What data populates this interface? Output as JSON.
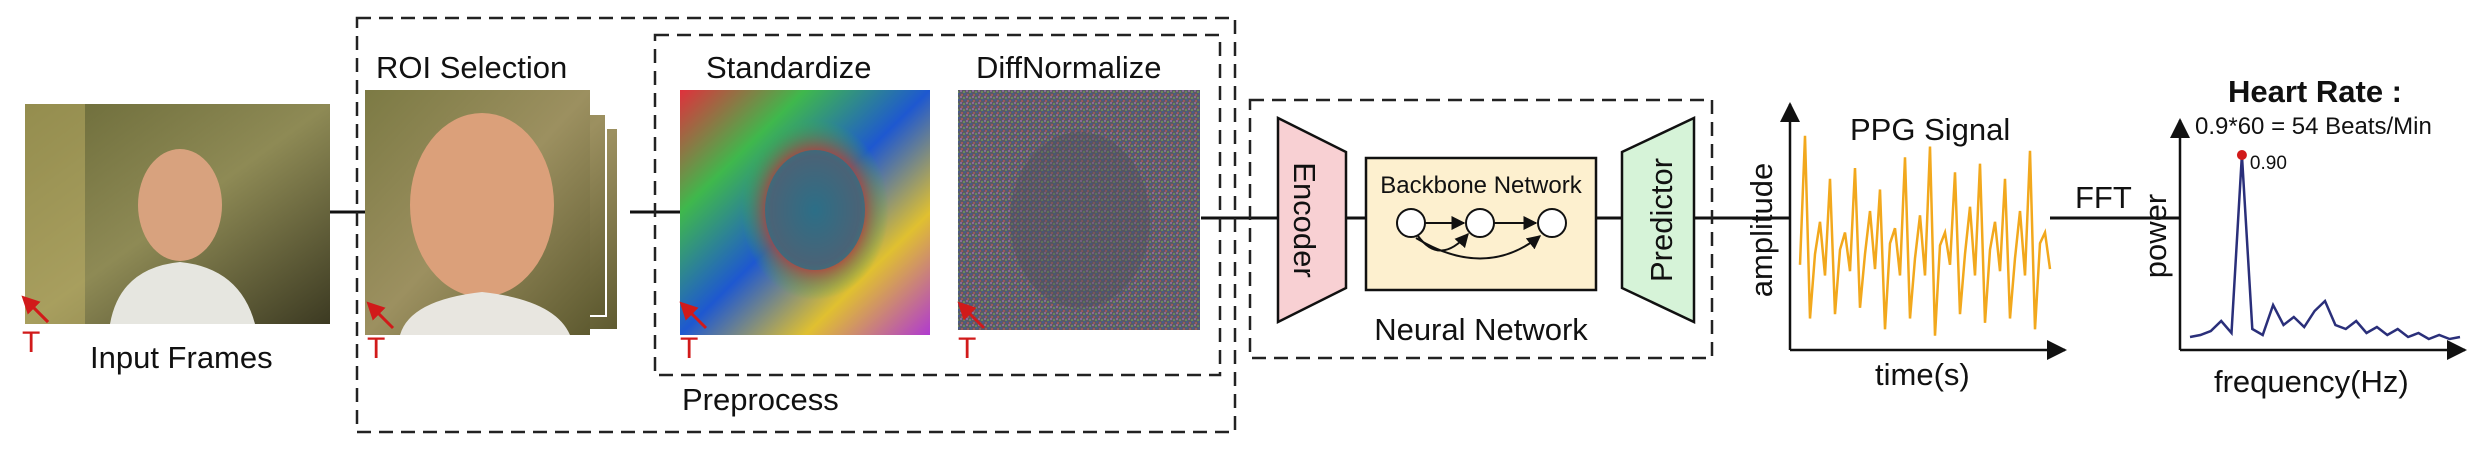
{
  "stages": {
    "input_frames": "Input Frames",
    "roi_selection": "ROI Selection",
    "standardize": "Standardize",
    "diffnormalize": "DiffNormalize",
    "preprocess": "Preprocess"
  },
  "network": {
    "encoder": "Encoder",
    "backbone": "Backbone Network",
    "predictor": "Predictor",
    "title": "Neural Network"
  },
  "time_marker": "T",
  "ppg": {
    "title": "PPG Signal",
    "xlabel": "time(s)",
    "ylabel": "amplitude"
  },
  "fft_label": "FFT",
  "heart_rate": {
    "title": "Heart Rate :",
    "formula": "0.9*60 = 54 Beats/Min",
    "peak_label": "0.90",
    "xlabel": "frequency(Hz)",
    "ylabel": "power"
  },
  "colors": {
    "encoder": "#f8d0d3",
    "backbone": "#fdf0cf",
    "predictor": "#d6f3d8",
    "ppg_line": "#f2a81d",
    "spectrum_line": "#2a2f7a",
    "peak_dot": "#d11a1a",
    "time_marker": "#d11a1a"
  },
  "chart_data": [
    {
      "type": "line",
      "title": "PPG Signal",
      "xlabel": "time(s)",
      "ylabel": "amplitude",
      "series": [
        {
          "values": [
            0.35,
            0.95,
            0.1,
            0.4,
            0.55,
            0.3,
            0.75,
            0.12,
            0.42,
            0.5,
            0.32,
            0.8,
            0.15,
            0.4,
            0.6,
            0.33,
            0.7,
            0.05,
            0.45,
            0.52,
            0.3,
            0.85,
            0.1,
            0.38,
            0.58,
            0.3,
            0.9,
            0.02,
            0.44,
            0.5,
            0.35,
            0.78,
            0.12,
            0.4,
            0.62,
            0.3,
            0.82,
            0.08,
            0.42,
            0.55,
            0.32,
            0.75,
            0.1,
            0.38,
            0.6,
            0.3,
            0.88,
            0.05,
            0.45,
            0.5,
            0.33
          ]
        }
      ]
    },
    {
      "type": "line",
      "title": "Heart Rate :",
      "xlabel": "frequency(Hz)",
      "ylabel": "power",
      "peak": {
        "x": 0.9,
        "label": "0.90"
      },
      "series": [
        {
          "values": [
            0.04,
            0.05,
            0.07,
            0.12,
            0.06,
            0.95,
            0.08,
            0.05,
            0.2,
            0.1,
            0.14,
            0.09,
            0.17,
            0.22,
            0.1,
            0.08,
            0.12,
            0.06,
            0.09,
            0.05,
            0.08,
            0.04,
            0.06,
            0.03,
            0.05,
            0.03,
            0.04
          ]
        }
      ]
    }
  ]
}
